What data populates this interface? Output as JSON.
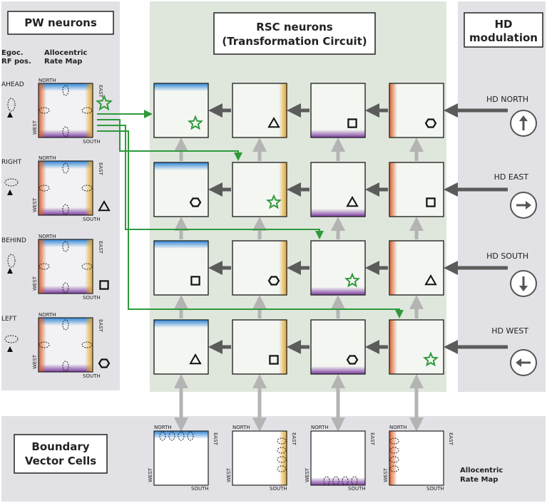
{
  "panels": {
    "pw": {
      "title": "PW neurons"
    },
    "rsc": {
      "title_line1": "RSC neurons",
      "title_line2": "(Transformation Circuit)"
    },
    "hd": {
      "title_line1": "HD",
      "title_line2": "modulation"
    },
    "bvc": {
      "title_line1": "Boundary",
      "title_line2": "Vector Cells"
    }
  },
  "pw_headers": {
    "egoc_line1": "Egoc.",
    "egoc_line2": "RF pos.",
    "allo_line1": "Allocentric",
    "allo_line2": "Rate Map"
  },
  "pw_rows": [
    {
      "label": "AHEAD",
      "symbol": "star"
    },
    {
      "label": "RIGHT",
      "symbol": "triangle"
    },
    {
      "label": "BEHIND",
      "symbol": "square"
    },
    {
      "label": "LEFT",
      "symbol": "hexagon"
    }
  ],
  "compass": {
    "north": "NORTH",
    "south": "SOUTH",
    "east": "EAST",
    "west": "WEST"
  },
  "hd_rows": [
    {
      "label": "HD NORTH",
      "arrow": "up"
    },
    {
      "label": "HD EAST",
      "arrow": "right"
    },
    {
      "label": "HD SOUTH",
      "arrow": "down"
    },
    {
      "label": "HD WEST",
      "arrow": "left"
    }
  ],
  "rsc_grid": [
    [
      {
        "wall": "north",
        "symbol": "star"
      },
      {
        "wall": "east",
        "symbol": "triangle"
      },
      {
        "wall": "south",
        "symbol": "square"
      },
      {
        "wall": "west",
        "symbol": "hexagon"
      }
    ],
    [
      {
        "wall": "north",
        "symbol": "hexagon"
      },
      {
        "wall": "east",
        "symbol": "star"
      },
      {
        "wall": "south",
        "symbol": "triangle"
      },
      {
        "wall": "west",
        "symbol": "square"
      }
    ],
    [
      {
        "wall": "north",
        "symbol": "square"
      },
      {
        "wall": "east",
        "symbol": "hexagon"
      },
      {
        "wall": "south",
        "symbol": "star"
      },
      {
        "wall": "west",
        "symbol": "triangle"
      }
    ],
    [
      {
        "wall": "north",
        "symbol": "triangle"
      },
      {
        "wall": "east",
        "symbol": "square"
      },
      {
        "wall": "south",
        "symbol": "hexagon"
      },
      {
        "wall": "west",
        "symbol": "star"
      }
    ]
  ],
  "bvc_cells": [
    {
      "wall": "north"
    },
    {
      "wall": "east"
    },
    {
      "wall": "south"
    },
    {
      "wall": "west"
    }
  ],
  "bvc_caption": {
    "line1": "Allocentric",
    "line2": "Rate Map"
  },
  "colors": {
    "north": "#2f86d8",
    "east": "#e0a62c",
    "south": "#7a3a9e",
    "west": "#d9622c",
    "panel_grey": "#e2e2e6",
    "rsc_bg": "#dfe6dc",
    "green": "#2e9a3a",
    "arrow_grey": "#5b5b5b"
  }
}
